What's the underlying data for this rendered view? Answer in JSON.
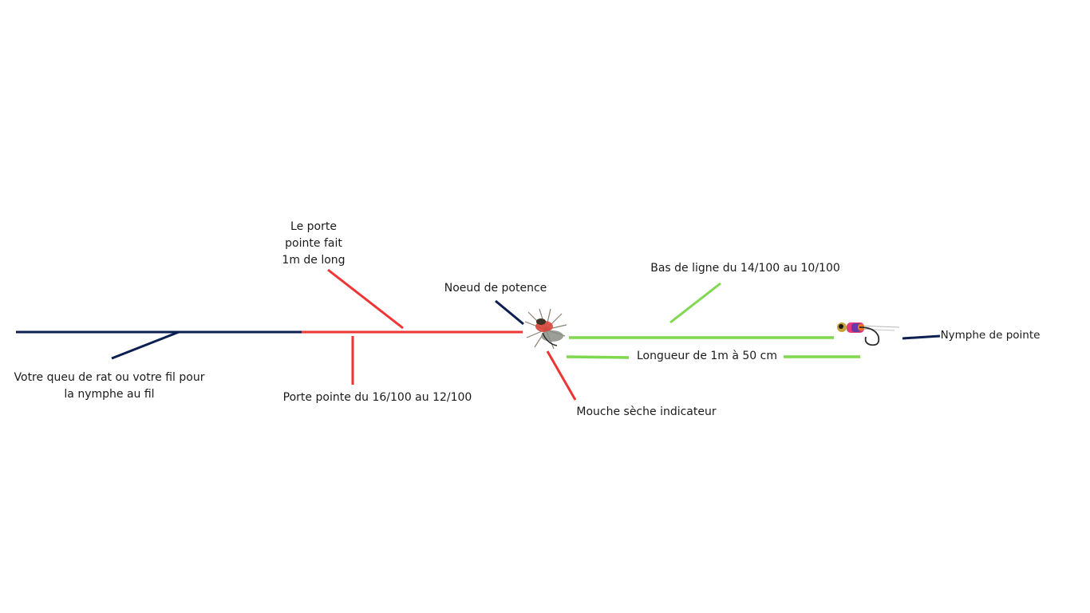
{
  "colors": {
    "fly_line": "#0b1f52",
    "tippet_section": "#f03434",
    "leader": "#7fd84f",
    "text": "#1b1b1b"
  },
  "labels": {
    "fly_line": "Votre queu de rat ou votre fil pour\nla nymphe au fil",
    "tippet_length": "Le porte\npointe fait\n1m de long",
    "tippet_diameter": "Porte pointe du 16/100 au 12/100",
    "knot": "Noeud de potence",
    "dry_fly": "Mouche sèche indicateur",
    "leader_diameter": "Bas de ligne du  14/100 au 10/100",
    "leader_length": "Longueur de 1m à 50 cm",
    "point_nymph": "Nymphe de pointe"
  },
  "icons": {
    "dry_fly": "dry-fly-icon",
    "nymph": "nymph-icon"
  }
}
